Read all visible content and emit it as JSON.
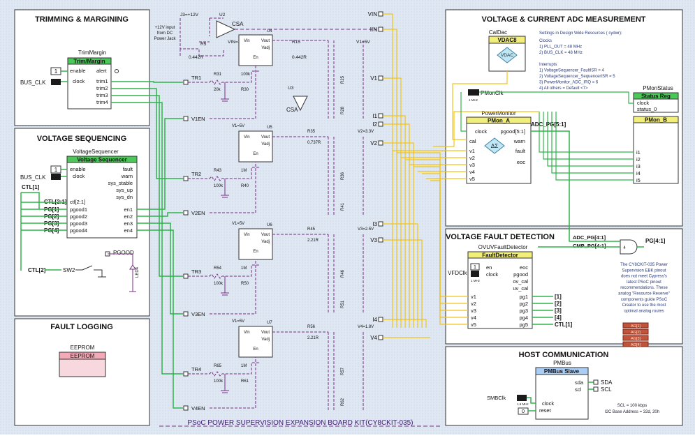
{
  "footer_title": "PSoC POWER SUPERVISION EXPANSION BOARD KIT(CY8CKIT-035)",
  "panels": {
    "trim": "TRIMMING & MARGINING",
    "seq": "VOLTAGE SEQUENCING",
    "faultlog": "FAULT LOGGING",
    "adc": "VOLTAGE & CURRENT ADC MEASUREMENT",
    "vfd": "VOLTAGE FAULT DETECTION",
    "host": "HOST COMMUNICATION"
  },
  "trim_block": {
    "instance": "TrimMargin",
    "title": "Trim/Margin",
    "pins_left": [
      "enable",
      "clock"
    ],
    "pins_right": [
      "alert",
      "trim1",
      "trim2",
      "trim3",
      "trim4"
    ],
    "const_one": "1",
    "clk_label": "BUS_CLK"
  },
  "seq_block": {
    "instance": "VoltageSequencer",
    "title": "Voltage Sequencer",
    "pins_left": [
      "enable",
      "clock",
      "ctl[2:1]",
      "pgood1",
      "pgood2",
      "pgood3",
      "pgood4"
    ],
    "pins_right": [
      "fault",
      "warn",
      "sys_stable",
      "sys_up",
      "sys_dn",
      "en1",
      "en2",
      "en3",
      "en4"
    ],
    "const_one": "1",
    "clk_label": "BUS_CLK",
    "ctl1": "CTL[1]",
    "ctl21": "CTL[2:1]",
    "pg": [
      "PG[1]",
      "PG[2]",
      "PG[3]",
      "PG[4]"
    ],
    "pgood_label": "PGOOD",
    "led_label": "LED4",
    "ctl2": "CTL[2]",
    "sw_label": "SW2"
  },
  "eeprom": {
    "instance": "EEPROM",
    "title": "EEPROM"
  },
  "front": {
    "input_note": [
      "+12V input",
      "from DC",
      "Power Jack"
    ],
    "j3": "J3=+12V",
    "u2": "U2",
    "csa": "CSA",
    "r5": "R5",
    "r5v": "0.442R",
    "vin12": "VIN=12V",
    "r15": "R15",
    "r15v": "0.442R",
    "v15": "V1=5V",
    "csa2": "CSA",
    "u3": "U3",
    "rail_right": [
      "VIN",
      "IIN",
      "V1",
      "I1",
      "I2",
      "V2",
      "I3",
      "V3",
      "I4",
      "V4"
    ],
    "tr": [
      "TR1",
      "TR2",
      "TR3",
      "TR4"
    ],
    "en_labels": [
      "V1EN",
      "V2EN",
      "V3EN",
      "V4EN"
    ],
    "u_labels": [
      "U4",
      "U5",
      "U6",
      "U7"
    ],
    "ldo_pins": [
      "Vin",
      "Vout",
      "Vadj",
      "En"
    ],
    "rails": [
      "V1=5V",
      "V1=5V",
      "V1=5V",
      "V1=5V"
    ],
    "vset": [
      "",
      "V2=3.3V",
      "V3=2.5V",
      "V4=1.8V"
    ],
    "rs": [
      "R31",
      "R43",
      "R54",
      "R65"
    ],
    "rsv": "20k",
    "rd": [
      "R30",
      "R40",
      "R50",
      "R61"
    ],
    "rsense": [
      "R15",
      "R35",
      "R45",
      "R56"
    ],
    "rsensev": [
      "0.442R",
      "0.737R",
      "2.21R",
      "2.21R"
    ],
    "rdiv": [
      "R25",
      "R36",
      "R46",
      "R57"
    ],
    "rdiv2": [
      "R28",
      "R41",
      "R51",
      "R62"
    ],
    "r100k": "100k",
    "r1m": "1M"
  },
  "adc": {
    "caldac_inst": "CalDac",
    "caldac_title": "VDAC8",
    "vdac": "VDAC",
    "settings_title": "Settings in Design Wide Resources ( cydwr):",
    "settings": [
      "Clocks",
      "1) PLL_OUT = 48 MHz",
      "2) BUS_CLK = 48 MHz",
      "",
      "Interrupts",
      "1) VoltageSequencer_FaultISR = 4",
      "2) VoltageSequencer_SequencerISR = 5",
      "3) PowerMonitor_ADC_IRQ = 6",
      "4) All others = Default <7>"
    ],
    "pmonclk": "PMonClk",
    "pmonclk_freq": "1 MHz",
    "pmon_status_inst": "PMonStatus",
    "status_title": "Status Reg",
    "status_pins": [
      "clock",
      "status_0"
    ],
    "pm_inst": "PowerMonitor",
    "pm_title": "PMon_A",
    "pm_pins_left": [
      "clock",
      "cal",
      "v1",
      "v2",
      "v3",
      "v4",
      "v5"
    ],
    "pm_pins_right": [
      "pgood[5:1]",
      "warn",
      "fault",
      "eoc"
    ],
    "adc_pg": "ADC_PG[5:1]",
    "pmb_title": "PMon_B",
    "pmb_pins": [
      "i1",
      "i2",
      "i3",
      "i4",
      "i5"
    ]
  },
  "vfd": {
    "inst": "OVUVFaultDetector",
    "title": "FaultDetector",
    "pins_left": [
      "en",
      "clock",
      "v1",
      "v2",
      "v3",
      "v4",
      "v5"
    ],
    "pins_right": [
      "eoc",
      "pgood",
      "ov_cal",
      "uv_cal",
      "pg1",
      "pg2",
      "pg3",
      "pg4",
      "pg5"
    ],
    "const_one": "1",
    "clk": "VFDClk",
    "clk_freq": "1 MHz",
    "pg_labels": [
      "[1]",
      "[2]",
      "[3]",
      "[4]",
      "CTL[1]"
    ],
    "adc_pg41": "ADC_PG[4:1]",
    "cmp_pg41": "CMP_PG[4:1]",
    "pg41": "PG[4:1]",
    "gate": "4",
    "note": [
      "The CY8CKIT-035 Power",
      "Supervision EBK pinout",
      "does not meet Cypress's",
      "latest PSoC pinout",
      "recommendations. These",
      "analog \"Resource Reserve\"",
      "components guide PSoC",
      "Creator to use the most",
      "optimal analog routes"
    ],
    "reserve": [
      "AG[1]",
      "AG[2]",
      "AG[3]",
      "AG[4]"
    ]
  },
  "host": {
    "inst": "PMBus",
    "title": "PMBus Slave",
    "pins_right": [
      "sda",
      "scl"
    ],
    "pins_left": [
      "clock",
      "reset"
    ],
    "sda": "SDA",
    "scl": "SCL",
    "clk": "SMBClk",
    "clk_freq": "1.6 MHz",
    "zero": "0",
    "note": [
      "SCL = 100 kbps",
      "I2C Base Address = 32d, 20h"
    ]
  },
  "colors": {
    "wire_green": "#2fb34a",
    "wire_yellow": "#f0c419",
    "wire_purple": "#7a2f86",
    "block_header": "#4cc85a",
    "pmon_header": "#f2ee7a",
    "eeprom_header": "#f4a9b7",
    "pmbus_header": "#a9cdf5",
    "background": "#dfe7f3"
  }
}
